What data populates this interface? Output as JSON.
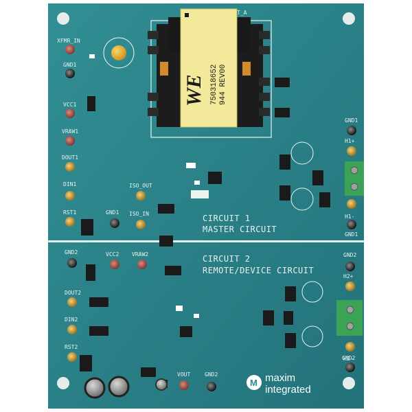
{
  "board": {
    "top_label": "T_A",
    "circuit1_title": "CIRCUIT 1",
    "circuit1_sub": "MASTER CIRCUIT",
    "circuit2_title": "CIRCUIT 2",
    "circuit2_sub": "REMOTE/DEVICE CIRCUIT"
  },
  "transformer": {
    "part_number": "750318652",
    "rev": "944 REV00",
    "logo": "WE"
  },
  "labels": {
    "xfmr_in": "XFMR_IN",
    "gnd1_top": "GND1",
    "vcc1": "VCC1",
    "vraw1": "VRAW1",
    "dout1": "DOUT1",
    "din1": "DIN1",
    "rst1": "RST1",
    "gnd1_mid": "GND1",
    "iso_out": "ISO_OUT",
    "iso_in": "ISO_IN",
    "gnd1_right_top": "GND1",
    "h1_plus": "H1+",
    "h1_minus": "H1-",
    "gnd1_right_bot": "GND1",
    "gnd2_left": "GND2",
    "vcc2": "VCC2",
    "vraw2": "VRAW2",
    "dout2": "DOUT2",
    "din2": "DIN2",
    "rst2": "RST2",
    "vout": "VOUT",
    "gnd2_bottom": "GND2",
    "gnd2_right_top": "GND2",
    "h2_plus": "H2+",
    "h2_minus": "H2-",
    "gnd2_right_bot": "GND2"
  },
  "logo": {
    "line1": "maxim",
    "line2": "integrated"
  },
  "colors": {
    "pcb": "#2e8a8f",
    "pcb_dark": "#24747a",
    "silkscreen": "#e9f3f0",
    "terminal_green": "#3aa356",
    "bobbin_yellow": "#f2ea9a"
  }
}
